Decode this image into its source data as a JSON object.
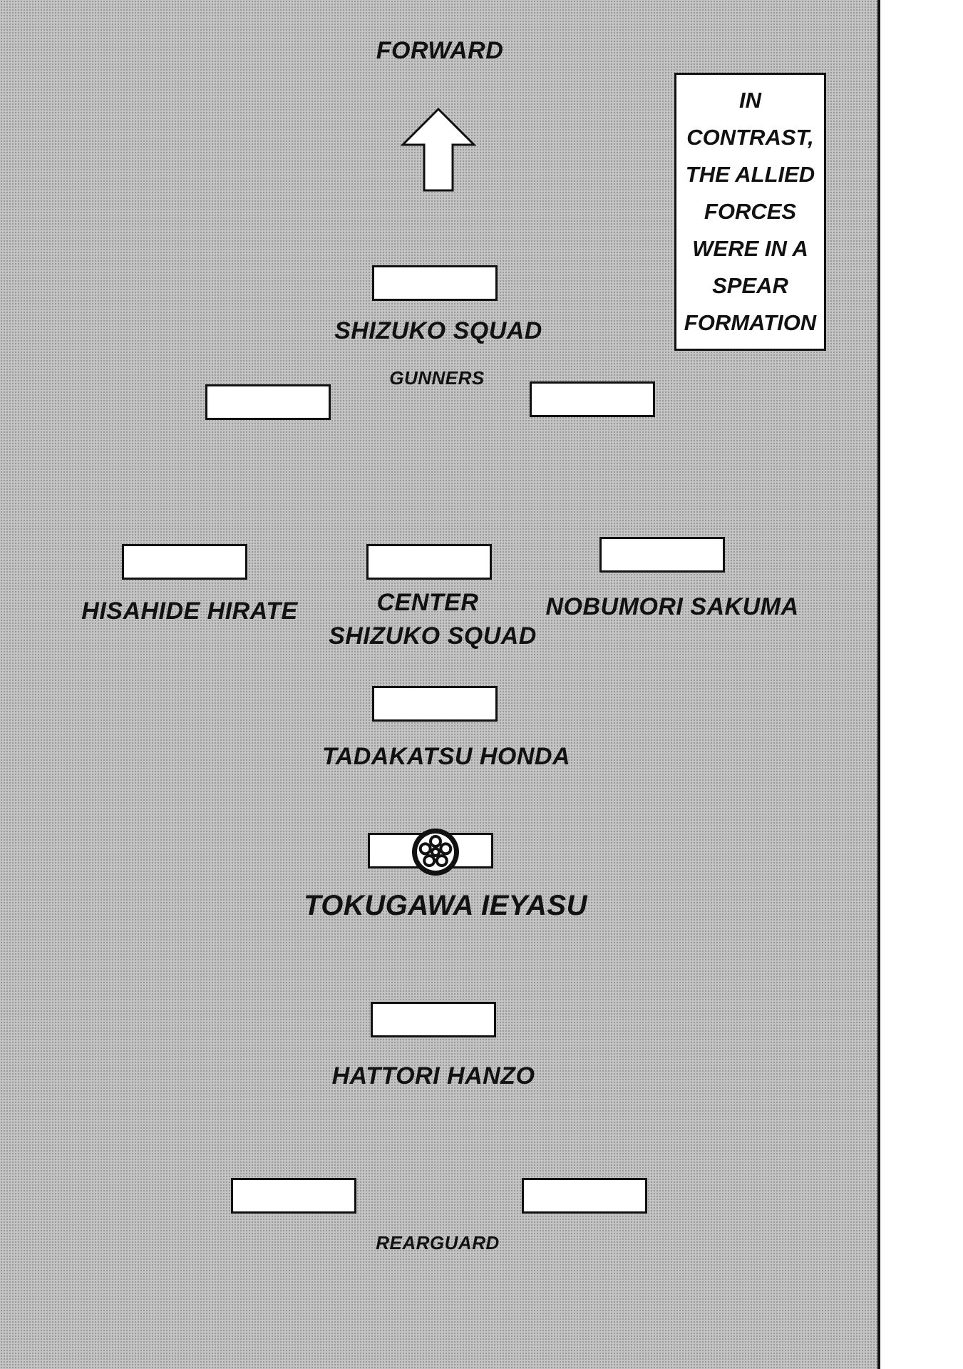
{
  "diagram": {
    "direction_label": "FORWARD",
    "note": "IN CONTRAST, THE ALLIED FORCES WERE IN A SPEAR FORMATION",
    "labels": {
      "vanguard": "SHIZUKO SQUAD",
      "gunners": "GUNNERS",
      "left_wing": "HISAHIDE HIRATE",
      "center_line1": "CENTER",
      "center_line2": "SHIZUKO SQUAD",
      "right_wing": "NOBUMORI SAKUMA",
      "honda": "TADAKATSU HONDA",
      "ieyasu": "TOKUGAWA IEYASU",
      "hanzo": "HATTORI HANZO",
      "rearguard": "REARGUARD"
    },
    "crest_icon": "tokugawa-crest-icon",
    "arrow_icon": "up-arrow-icon"
  }
}
